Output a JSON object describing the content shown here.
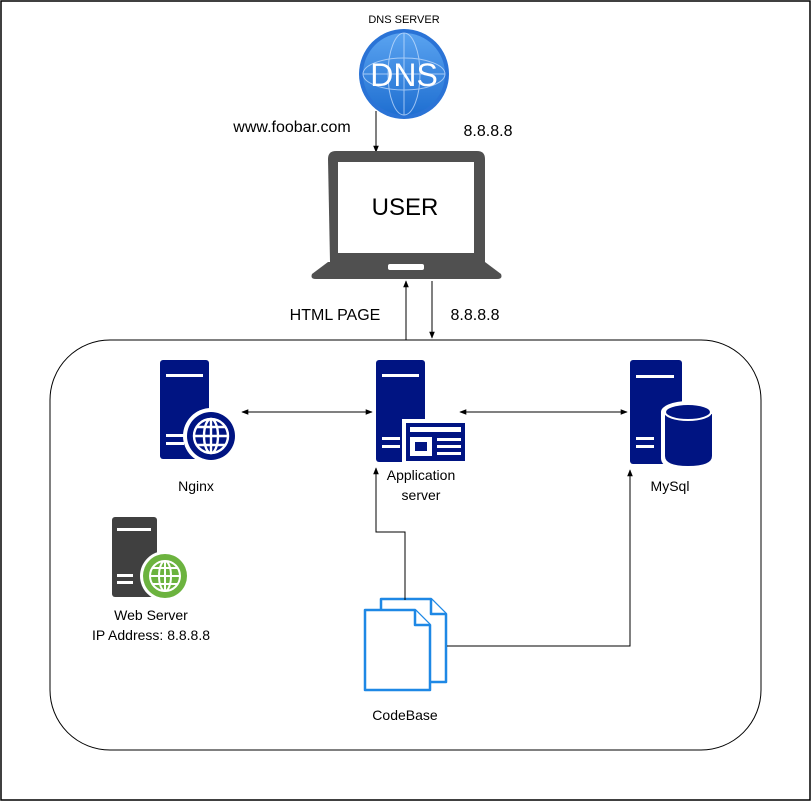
{
  "dns": {
    "caption": "DNS SERVER",
    "icon_text": "DNS",
    "query_label": "www.foobar.com",
    "response_ip": "8.8.8.8"
  },
  "user": {
    "label": "USER",
    "icon": "laptop-icon"
  },
  "links": {
    "up_label": "HTML PAGE",
    "down_label": "8.8.8.8"
  },
  "servers": {
    "nginx": {
      "label": "Nginx",
      "icon": "web-server-globe-icon"
    },
    "app": {
      "label_line1": "Application",
      "label_line2": "server",
      "icon": "application-server-icon"
    },
    "mysql": {
      "label": "MySql",
      "icon": "database-server-icon"
    },
    "webserver": {
      "label_line1": "Web Server",
      "label_line2": "IP Address: 8.8.8.8",
      "icon": "web-server-icon"
    }
  },
  "codebase": {
    "label": "CodeBase",
    "icon": "documents-icon"
  },
  "colors": {
    "server_blue": "#001482",
    "globe_blue": "#1f58b8",
    "dns_blue": "#2f7de1",
    "laptop_gray": "#505050",
    "webserver_gray": "#404040",
    "globe_green": "#6cb33f",
    "doc_blue": "#1e88e5"
  }
}
